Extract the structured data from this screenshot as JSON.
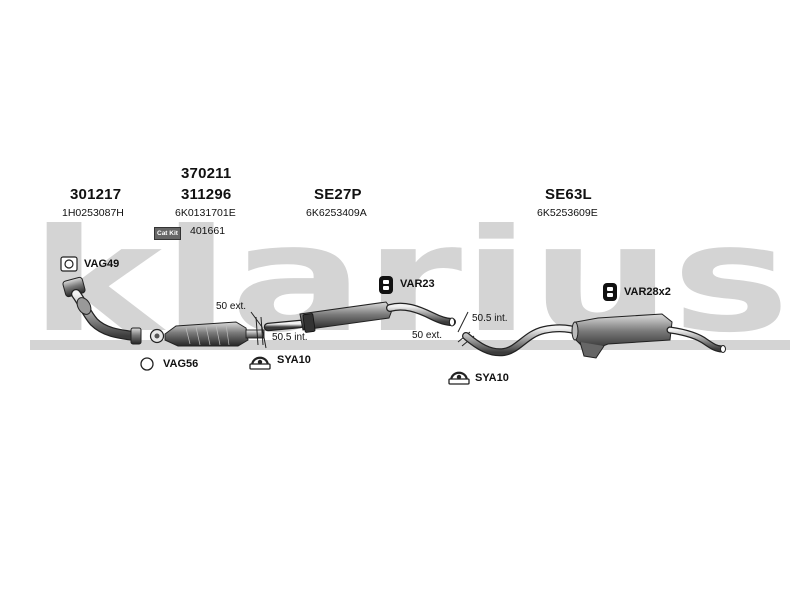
{
  "watermark": {
    "text": "klarius",
    "color": "#d4d4d4"
  },
  "groups": [
    {
      "part": "301217",
      "oem": "1H0253087H"
    },
    {
      "part_top": "370211",
      "part": "311296",
      "oem": "6K0131701E",
      "cat_kit_label": "Cat Kit",
      "cat_kit_number": "401661"
    },
    {
      "part": "SE27P",
      "oem": "6K6253409A"
    },
    {
      "part": "SE63L",
      "oem": "6K5253609E"
    }
  ],
  "fittings": {
    "vag49": "VAG49",
    "vag56": "VAG56",
    "sya10_a": "SYA10",
    "sya10_b": "SYA10",
    "var23": "VAR23",
    "var28": "VAR28x2"
  },
  "dimensions": {
    "joint1_ext": "50 ext.",
    "joint1_int": "50.5 int.",
    "joint2_int": "50.5 int.",
    "joint2_ext": "50 ext."
  }
}
